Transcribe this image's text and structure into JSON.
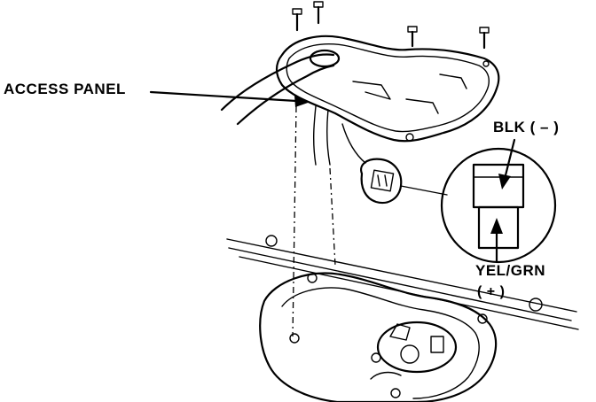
{
  "labels": {
    "access_panel": "ACCESS PANEL",
    "blk": "BLK ( – )",
    "yel_grn": "YEL/GRN",
    "plus": "( + )"
  },
  "colors": {
    "line": "#000000",
    "background": "#ffffff"
  },
  "icons": [
    "screw-icon",
    "connector-icon",
    "arrow-icon"
  ]
}
